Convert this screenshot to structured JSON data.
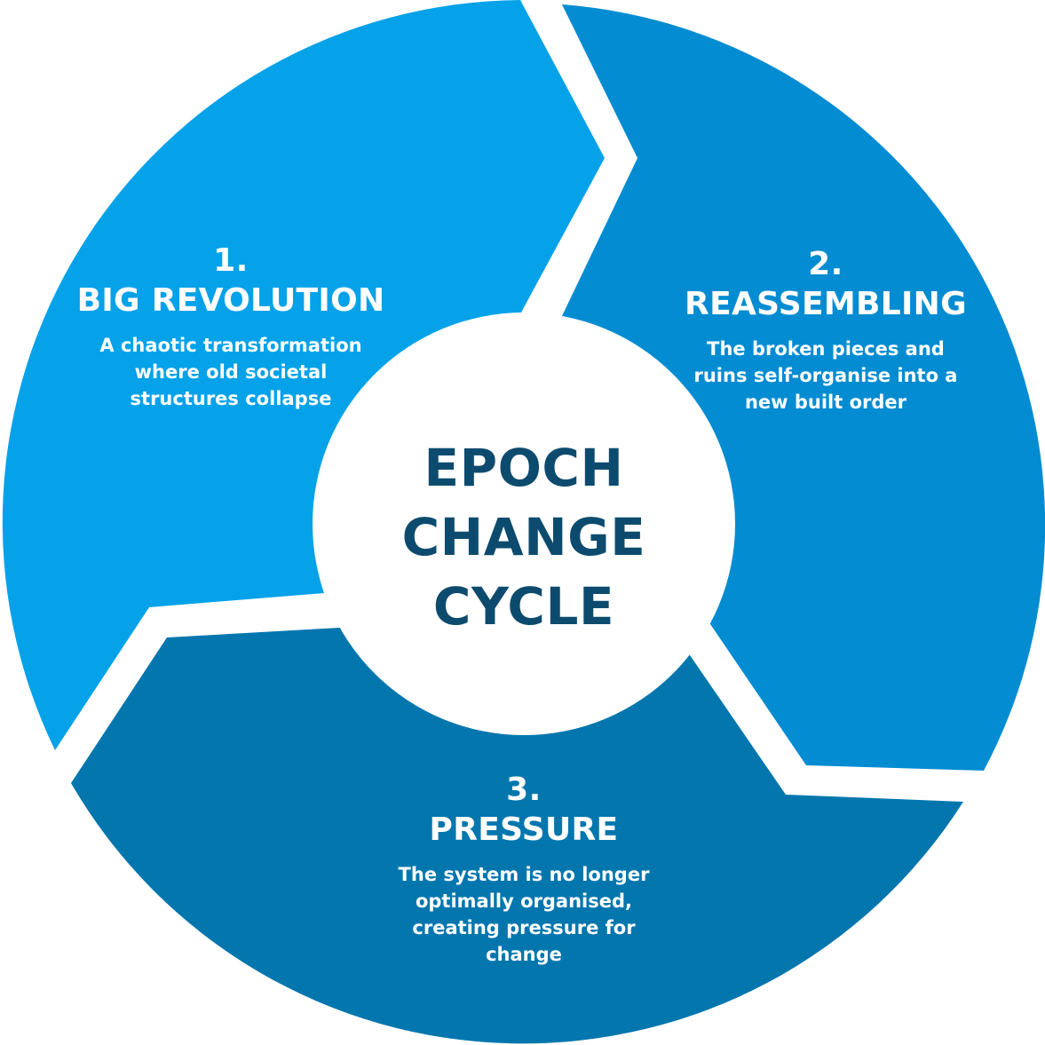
{
  "colors": {
    "segment_1": "#05a2e9",
    "segment_2": "#038cd2",
    "segment_3": "#0376ae",
    "center_fill": "#ffffff",
    "center_text": "#0d4b6e",
    "label_text": "#ffffff"
  },
  "center": {
    "line1": "EPOCH",
    "line2": "CHANGE",
    "line3": "CYCLE"
  },
  "stages": [
    {
      "number": "1.",
      "title": "BIG REVOLUTION",
      "description": "A chaotic transformation where  old societal structures collapse"
    },
    {
      "number": "2.",
      "title": "REASSEMBLING",
      "description": "The broken pieces and ruins self-organise into a new built order"
    },
    {
      "number": "3.",
      "title": "PRESSURE",
      "description": "The system is no longer optimally organised, creating pressure for change"
    }
  ]
}
